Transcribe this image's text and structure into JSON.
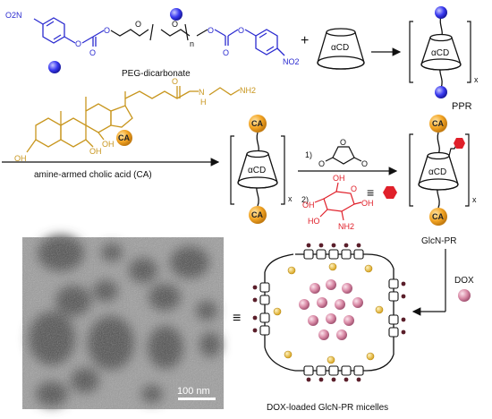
{
  "figure": {
    "peg_label": "PEG-dicarbonate",
    "peg_subscript": "n",
    "no2_left": "O2N",
    "no2_right": "NO2",
    "plus": "+",
    "cd_label": "αCD",
    "x_sub": "x",
    "ppr_label": "PPR",
    "ca_caption": "amine-armed cholic acid (CA)",
    "ca_badge": "CA",
    "oh": "OH",
    "nh": "H",
    "nh2": "NH2",
    "step1": "1)",
    "step2": "2)",
    "equiv": "≡",
    "glcn_label": "GlcN-PR",
    "dox_label": "DOX",
    "micelle_caption": "DOX-loaded GlcN-PR micelles",
    "scale_bar": "100 nm"
  },
  "colors": {
    "peg_blue": "#2b2bd0",
    "ca_orange": "#f0a020",
    "ca_structure": "#c8961e",
    "glcn_red": "#e0202a",
    "dox_pink": "#d8899f",
    "micelle_bead": "#e8b73a",
    "tem_bg": "#9c9c9c"
  }
}
